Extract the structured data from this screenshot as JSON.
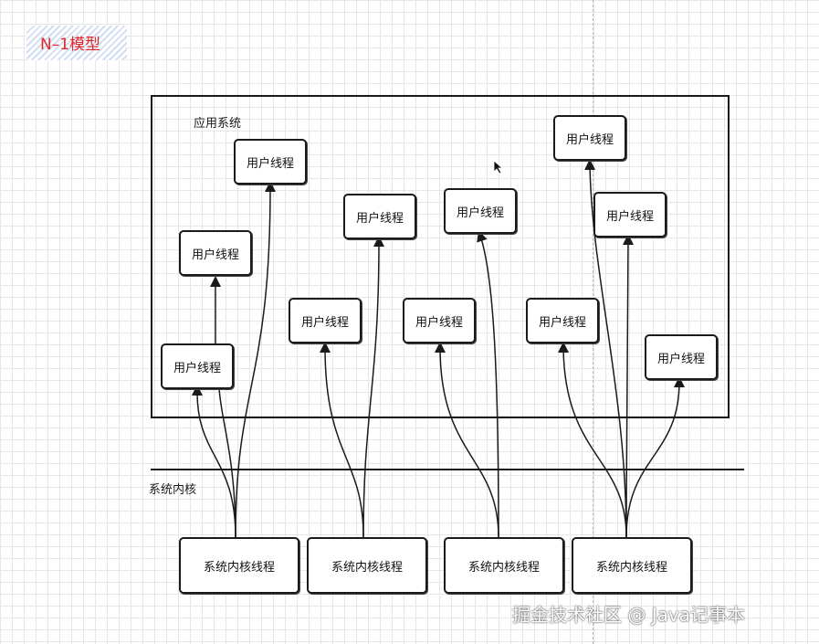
{
  "title": "N–1模型",
  "app_system_label": "应用系统",
  "kernel_label": "系统内核",
  "user_thread_label": "用户线程",
  "kernel_thread_label": "系统内核线程",
  "watermark": "掘金技术社区 @ Java记事本",
  "colors": {
    "title": "#e0262a",
    "title_bg": "#d3def3",
    "stroke": "#1a1a1a",
    "grid": "#e6e6e6"
  }
}
